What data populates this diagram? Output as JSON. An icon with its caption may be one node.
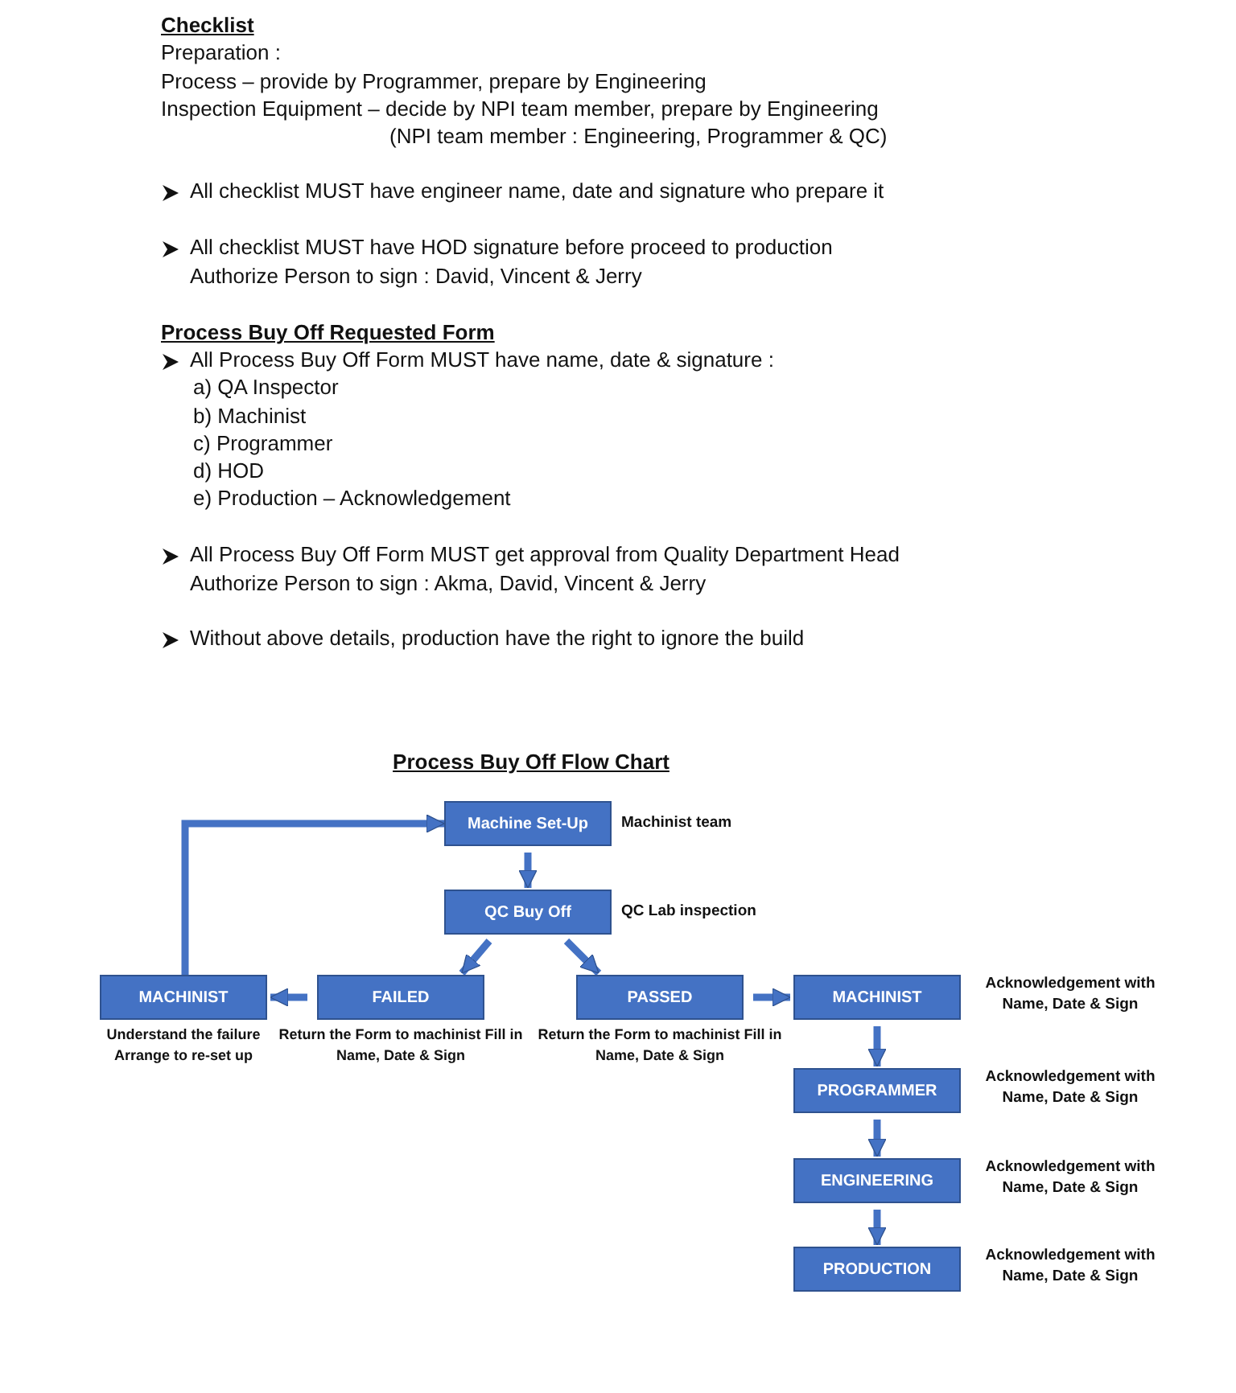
{
  "diagram": {
    "title": "Process Buy Off Flow Chart",
    "nodes": [
      {
        "text": [
          "Machine Set-Up"
        ],
        "beside": [
          "Machinist team"
        ]
      },
      {
        "text": [
          "QC Buy Off"
        ],
        "beside": [
          "QC Lab inspection"
        ]
      },
      {
        "text": [
          "MACHINIST"
        ],
        "beside": [
          "Understand the failure Arrange to re-set up"
        ]
      },
      {
        "text": [
          "FAILED"
        ],
        "beside": [
          "Return the Form to machinist Fill in Name, Date & Sign"
        ]
      },
      {
        "text": [
          "PASSED"
        ],
        "beside": [
          "Return the Form to machinist Fill in Name, Date & Sign"
        ]
      },
      {
        "text": [
          "MACHINIST"
        ],
        "beside": [
          "Acknowledgement with Name, Date & Sign"
        ]
      },
      {
        "text": [
          "PROGRAMMER"
        ],
        "beside": [
          "Acknowledgement with Name, Date & Sign"
        ]
      },
      {
        "text": [
          "ENGINEERING"
        ],
        "beside": [
          "Acknowledgement with Name, Date & Sign"
        ]
      },
      {
        "text": [
          "PRODUCTION"
        ],
        "beside": [
          "Acknowledgement with Name, Date & Sign"
        ]
      }
    ],
    "edges": [
      {
        "from": 0,
        "to": 1,
        "arrow": "to"
      },
      {
        "from": 1,
        "to": 3,
        "arrow": "to"
      },
      {
        "from": 1,
        "to": 4,
        "arrow": "to"
      },
      {
        "from": 3,
        "to": 2,
        "arrow": "to"
      },
      {
        "from": 2,
        "to": 0,
        "arrow": "to"
      },
      {
        "from": 4,
        "to": 5,
        "arrow": "to"
      },
      {
        "from": 5,
        "to": 6,
        "arrow": "to"
      },
      {
        "from": 6,
        "to": 7,
        "arrow": "to"
      },
      {
        "from": 7,
        "to": 8,
        "arrow": "to"
      }
    ],
    "labels": [
      "Checklist",
      "Preparation :",
      "Process – provide by Programmer, prepare by Engineering",
      "Inspection Equipment – decide by NPI team member, prepare by Engineering",
      "(NPI team member : Engineering, Programmer & QC)",
      "All checklist MUST have engineer name, date and signature who prepare it",
      "All checklist MUST have HOD signature before proceed to production",
      "Authorize Person to sign : David, Vincent & Jerry",
      "Process Buy Off Requested Form",
      "All Process Buy Off Form MUST have name, date & signature :",
      "a) QA Inspector",
      "b) Machinist",
      "c) Programmer",
      "d) HOD",
      "e) Production – Acknowledgement",
      "All Process Buy Off Form MUST get approval from Quality Department Head",
      "Authorize Person to sign : Akma, David, Vincent & Jerry",
      "Without above details, production have the right to ignore the build"
    ]
  }
}
